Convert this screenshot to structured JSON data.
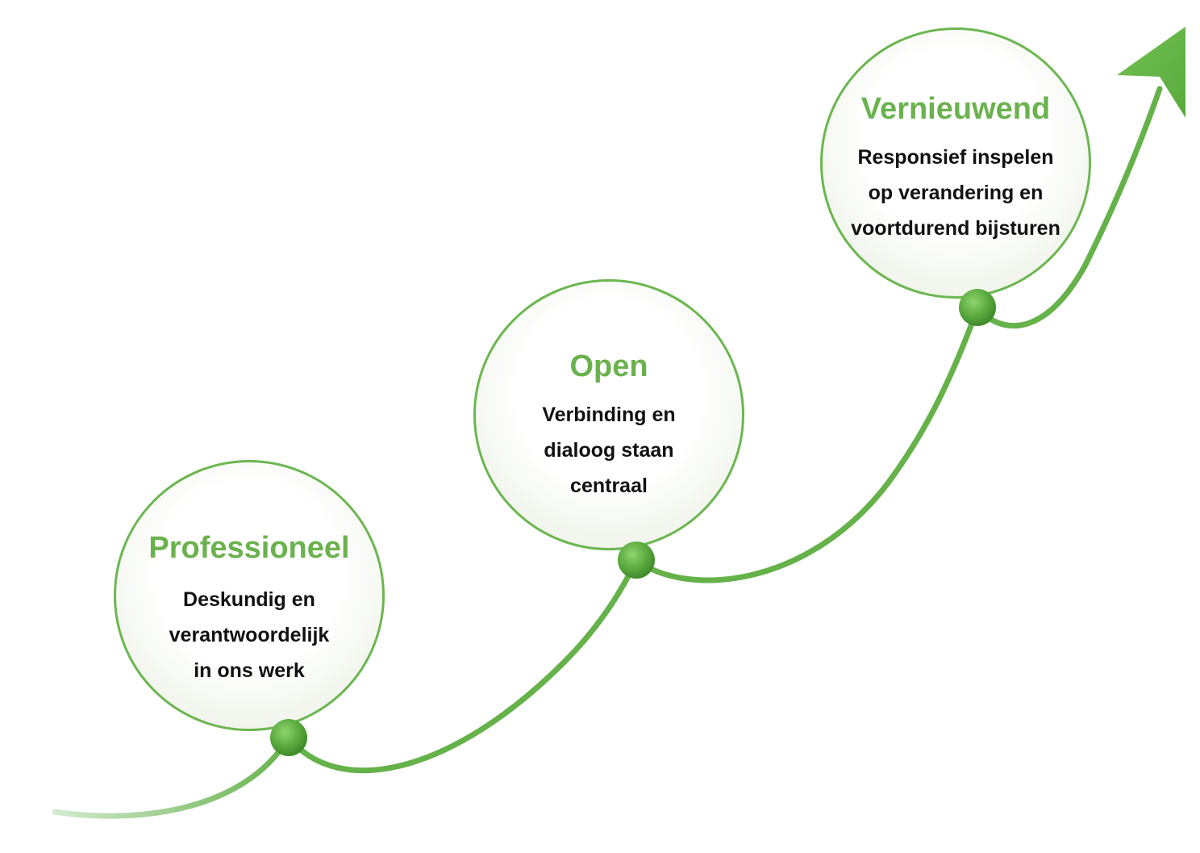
{
  "colors": {
    "accent": "#6bb24e",
    "curve": "#66b24a",
    "curve_fade": "#cfe7c3",
    "text": "#111111"
  },
  "values": [
    {
      "title": "Professioneel",
      "description": "Deskundig en\nverantwoordelijk\nin ons werk"
    },
    {
      "title": "Open",
      "description": "Verbinding en\ndialoog staan\ncentraal"
    },
    {
      "title": "Vernieuwend",
      "description": "Responsief inspelen\nop verandering en\nvoortdurend bijsturen"
    }
  ]
}
